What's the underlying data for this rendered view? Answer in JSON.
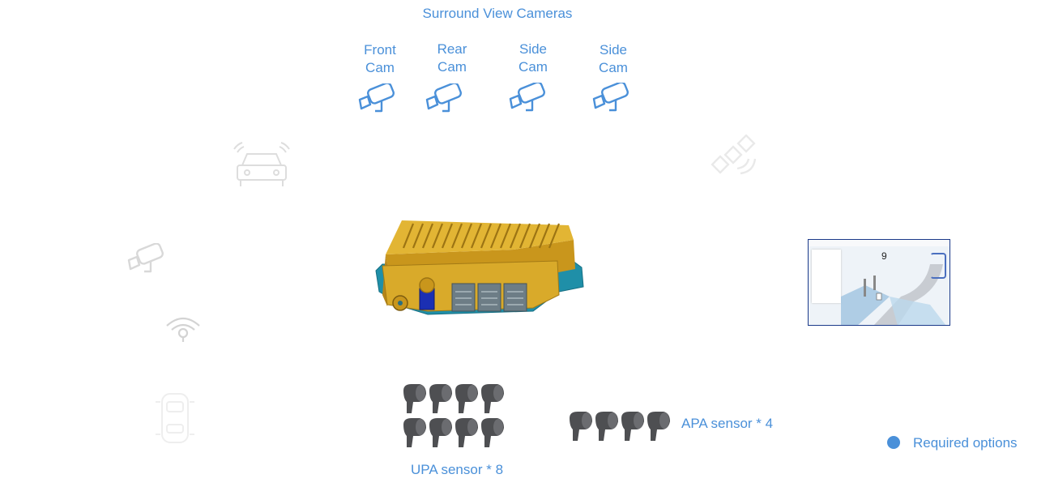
{
  "title": "Surround View Cameras",
  "cameras": [
    {
      "label": "Front\nCam",
      "icon": "camera-icon"
    },
    {
      "label": "Rear\nCam",
      "icon": "camera-icon"
    },
    {
      "label": "Side\nCam",
      "icon": "camera-icon"
    },
    {
      "label": "Side\nCam",
      "icon": "camera-icon"
    }
  ],
  "left_icons": [
    "radar-car-icon",
    "camera-icon",
    "wifi-location-icon",
    "car-top-view-icon"
  ],
  "right_icons": [
    "satellite-icon"
  ],
  "center_device": "ecu-controller-image",
  "display_screen": {
    "speed": "9"
  },
  "apa_label": "APA sensor * 4",
  "upa_label": "UPA sensor * 8",
  "legend": {
    "label": "Required options",
    "color": "#4a90d9"
  },
  "colors": {
    "accent": "#4a90d9",
    "faded": "#bbbbbb",
    "ecu_gold": "#d4a624",
    "ecu_teal": "#1f8fa8"
  }
}
